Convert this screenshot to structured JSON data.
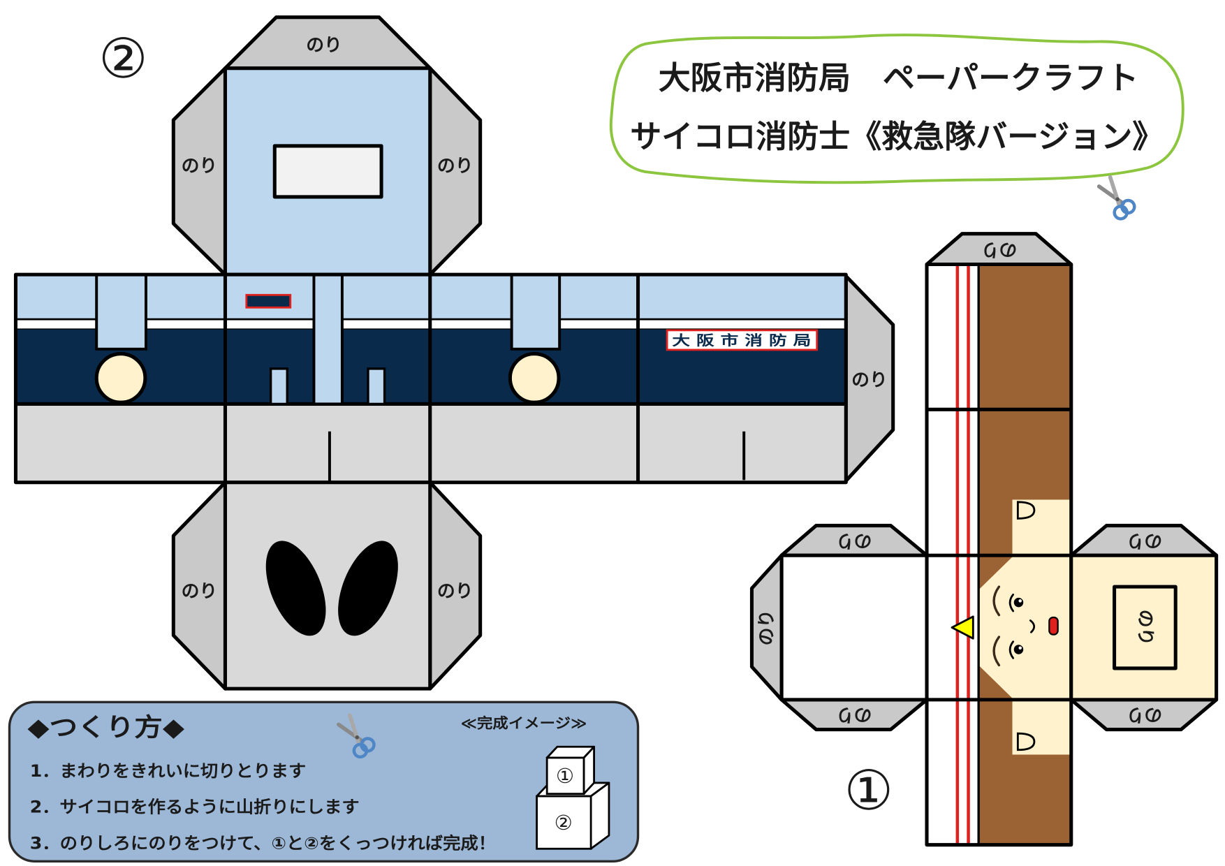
{
  "title": {
    "line1": "大阪市消防局　ペーパークラフト",
    "line2": "サイコロ消防士《救急隊バージョン》"
  },
  "glue_label": "のり",
  "net2": {
    "number": "②",
    "back_label": "大 阪 市 消 防 局"
  },
  "net1": {
    "number": "①"
  },
  "instructions": {
    "heading": "◆つくり方◆",
    "preview_label": "≪完成イメージ≫",
    "steps": [
      "1．まわりをきれいに切りとります",
      "2．サイコロを作るように山折りにします",
      "3．のりしろにのりをつけて、①と②をくっつければ完成！"
    ],
    "preview_cubes": [
      "①",
      "②"
    ]
  },
  "icons": {
    "scissors": "scissors-icon"
  },
  "colors": {
    "light_blue": "#bdd7ee",
    "navy": "#0a2a4b",
    "tab_gray": "#c9c9c9",
    "light_gray": "#d9d9d9",
    "cream": "#fff2cc",
    "brown": "#9b6233",
    "red": "#e0221e",
    "green": "#8cc63f",
    "box_blue": "#9db8d6",
    "yellow": "#ffff00",
    "scissor_blue": "#4f86c6"
  }
}
